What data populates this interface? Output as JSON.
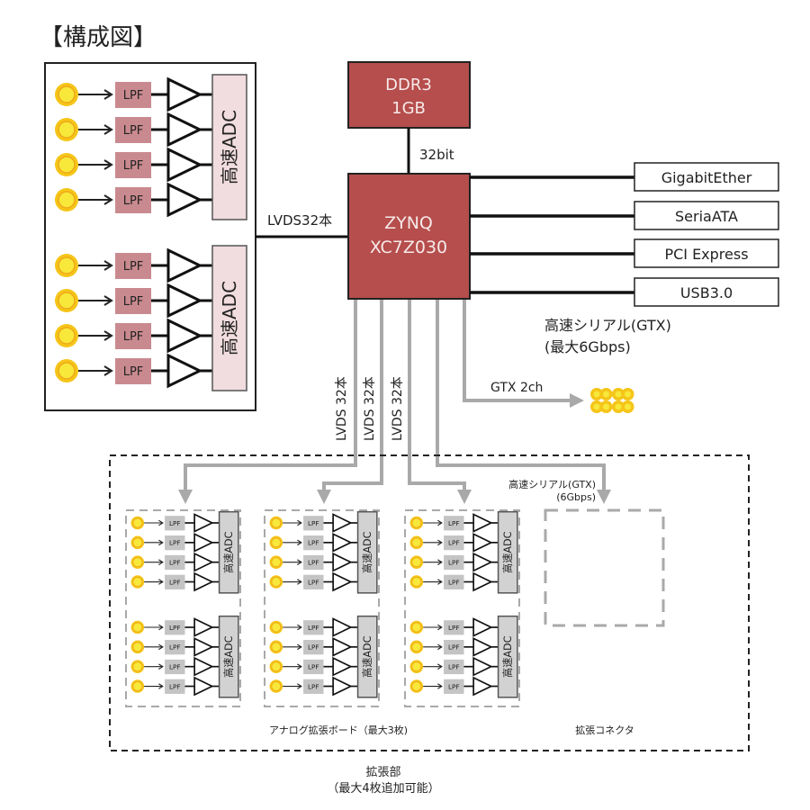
{
  "title": "【構成図】",
  "colors": {
    "chip_red": "#b54e4c",
    "lpf_pink": "#c98a8f",
    "adc_pink": "#f1dcdf",
    "lpf_gray": "#c4c4c4",
    "adc_gray": "#d2d2d2",
    "connector_yellow": "#f5c518",
    "connector_inner": "#f7e83a",
    "gray_line": "#a9a9a9"
  },
  "ddr": {
    "line1": "DDR3",
    "line2": "1GB",
    "bus_label": "32bit"
  },
  "zynq": {
    "line1": "ZYNQ",
    "line2": "XC7Z030"
  },
  "left_link_label": "LVDS32本",
  "interfaces": [
    "GigabitEther",
    "SeriaATA",
    "PCI Express",
    "USB3.0"
  ],
  "gtx_note": {
    "line1": "高速シリアル(GTX)",
    "line2": "(最大6Gbps)"
  },
  "gtx_out_label": "GTX 2ch",
  "lvds_down_labels": [
    "LVDS 32本",
    "LVDS 32本",
    "LVDS 32本"
  ],
  "main_board": {
    "adc_groups": [
      {
        "adc_label": "高速ADC",
        "channels": [
          "LPF",
          "LPF",
          "LPF",
          "LPF"
        ]
      },
      {
        "adc_label": "高速ADC",
        "channels": [
          "LPF",
          "LPF",
          "LPF",
          "LPF"
        ]
      }
    ]
  },
  "expansion": {
    "boards": [
      {
        "groups": [
          {
            "adc_label": "高速ADC",
            "channels": [
              "LPF",
              "LPF",
              "LPF",
              "LPF"
            ]
          },
          {
            "adc_label": "高速ADC",
            "channels": [
              "LPF",
              "LPF",
              "LPF",
              "LPF"
            ]
          }
        ]
      },
      {
        "groups": [
          {
            "adc_label": "高速ADC",
            "channels": [
              "LPF",
              "LPF",
              "LPF",
              "LPF"
            ]
          },
          {
            "adc_label": "高速ADC",
            "channels": [
              "LPF",
              "LPF",
              "LPF",
              "LPF"
            ]
          }
        ]
      },
      {
        "groups": [
          {
            "adc_label": "高速ADC",
            "channels": [
              "LPF",
              "LPF",
              "LPF",
              "LPF"
            ]
          },
          {
            "adc_label": "高速ADC",
            "channels": [
              "LPF",
              "LPF",
              "LPF",
              "LPF"
            ]
          }
        ]
      }
    ],
    "gtx_label_line1": "高速シリアル(GTX)",
    "gtx_label_line2": "(6Gbps)",
    "boards_caption": "アナログ拡張ボード（最大3枚)",
    "connector_caption": "拡張コネクタ",
    "section_caption_line1": "拡張部",
    "section_caption_line2": "（最大4枚追加可能）"
  }
}
